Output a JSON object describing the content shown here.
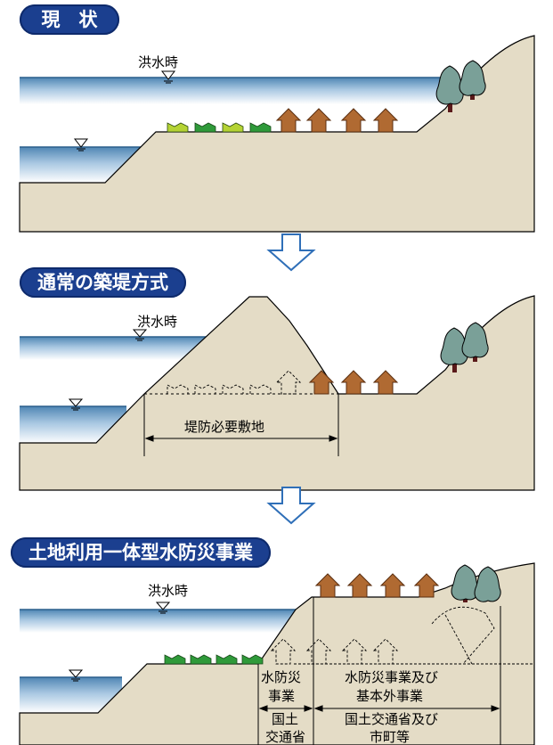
{
  "section1": {
    "title": "現　状",
    "flood_label": "洪水時"
  },
  "section2": {
    "title": "通常の築堤方式",
    "flood_label": "洪水時",
    "required_land": "堤防必要敷地"
  },
  "section3": {
    "title": "土地利用一体型水防災事業",
    "flood_label": "洪水時",
    "project_a_line1": "水防災",
    "project_a_line2": "事業",
    "project_b_line1": "水防災事業及び",
    "project_b_line2": "基本外事業",
    "agency_a_line1": "国土",
    "agency_a_line2": "交通省",
    "agency_b_line1": "国土交通省及び",
    "agency_b_line2": "市町等"
  },
  "colors": {
    "ground": "#e4dcc6",
    "water_top": "#4f86b4",
    "water_bottom": "#ffffff",
    "house": "#b06a32",
    "field_light": "#b5d334",
    "field_dark": "#2f9a3a",
    "title_bg": "#1b3f8f",
    "arrow": "#2f6fb8"
  }
}
